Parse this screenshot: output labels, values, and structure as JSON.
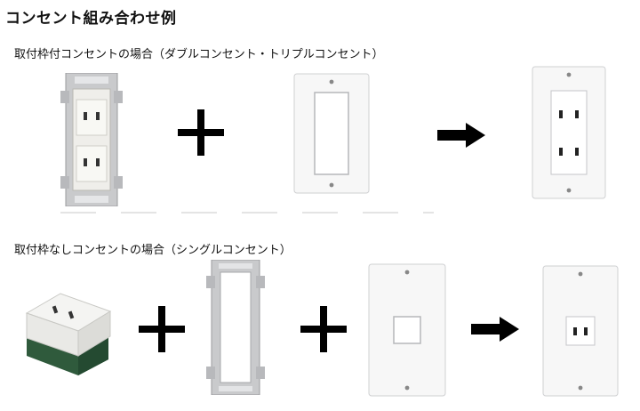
{
  "title": "コンセント組み合わせ例",
  "section1": {
    "heading": "取付枠付コンセントの場合（ダブルコンセント・トリプルコンセント）"
  },
  "section2": {
    "heading": "取付枠なしコンセントの場合（シングルコンセント）"
  },
  "icons": {
    "plus": "plus-icon",
    "arrow": "arrow-right-icon"
  },
  "colors": {
    "plate": "#f7f7f7",
    "frame": "#c9cacc",
    "module_green": "#2f5a3c",
    "symbol": "#000000"
  }
}
